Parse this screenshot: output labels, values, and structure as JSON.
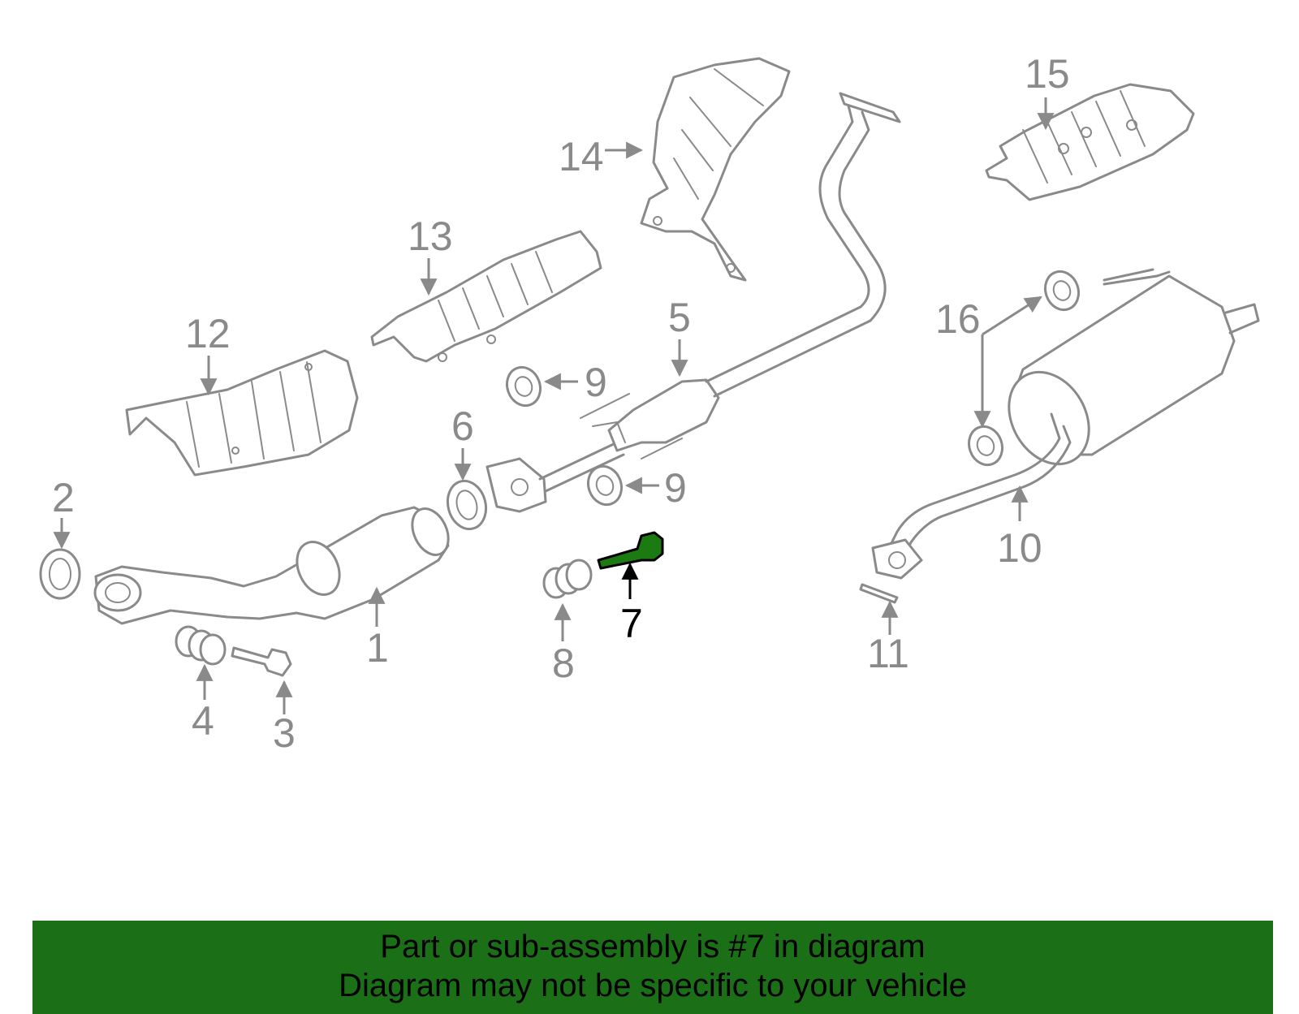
{
  "diagram": {
    "callouts": [
      "1",
      "2",
      "3",
      "4",
      "5",
      "6",
      "7",
      "8",
      "9",
      "9",
      "10",
      "11",
      "12",
      "13",
      "14",
      "15",
      "16"
    ],
    "highlighted_callout": "7",
    "colors": {
      "part_outline": "#8a8a8a",
      "highlight_fill": "#1c7a12",
      "banner": "#1b6f16"
    }
  },
  "banner": {
    "line1": "Part or sub-assembly is #7 in diagram",
    "line2": "Diagram may not be specific to your vehicle"
  }
}
